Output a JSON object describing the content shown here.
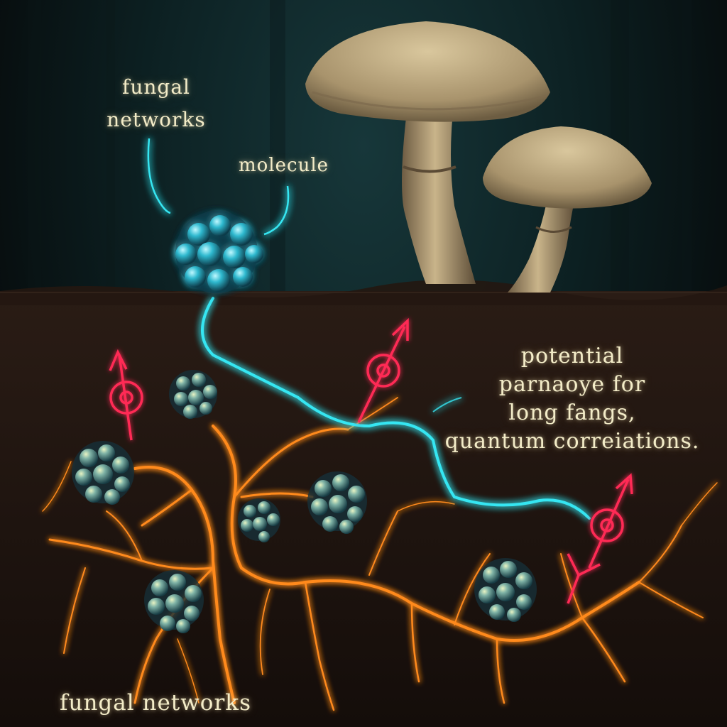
{
  "labels": {
    "top_label": [
      "fungal",
      "networks"
    ],
    "molecule_label": "molecule",
    "claim_label": [
      "potential",
      "parnaoye for",
      "long fangs,",
      "quantum correiations."
    ],
    "bottom_label": "fungal networks"
  },
  "colors": {
    "sky_dark": "#070d0e",
    "sky_teal": "#17373a",
    "soil": "#1d1310",
    "mushroom_cap": "#c9b48a",
    "mushroom_stem": "#b79f77",
    "mycelium_orange": "#ff8a1e",
    "quantum_cyan": "#36e6f2",
    "spin_red": "#ff2a55",
    "label_cream": "#f3ecc8"
  }
}
